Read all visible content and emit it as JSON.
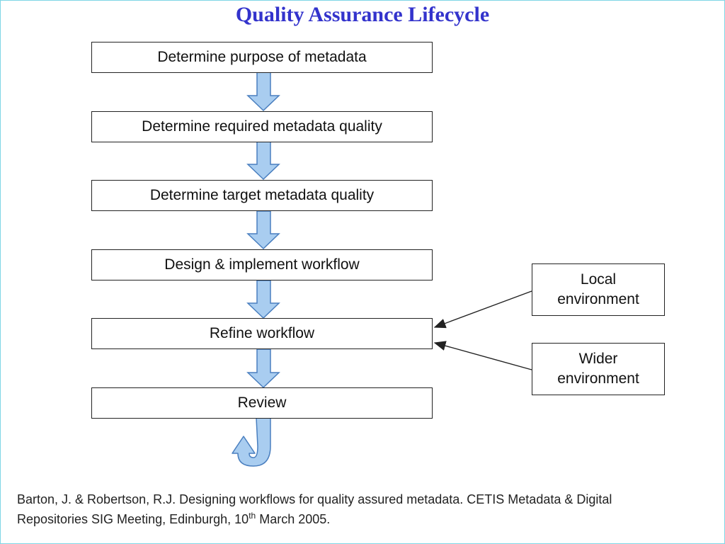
{
  "title": "Quality Assurance Lifecycle",
  "steps": [
    "Determine purpose of metadata",
    "Determine required metadata quality",
    "Determine target metadata quality",
    "Design & implement workflow",
    "Refine workflow",
    "Review"
  ],
  "inputs": {
    "local": [
      "Local",
      "environment"
    ],
    "wider": [
      "Wider",
      "environment"
    ]
  },
  "citation": {
    "line1": "Barton, J. & Robertson, R.J. Designing workflows for quality assured metadata. CETIS Metadata & Digital",
    "line2_before": "Repositories SIG Meeting, Edinburgh, 10",
    "line2_sup": "th",
    "line2_after": " March 2005."
  },
  "colors": {
    "title": "#3333cc",
    "arrow_fill": "#a9cdf0",
    "arrow_stroke": "#4a7fbf"
  }
}
